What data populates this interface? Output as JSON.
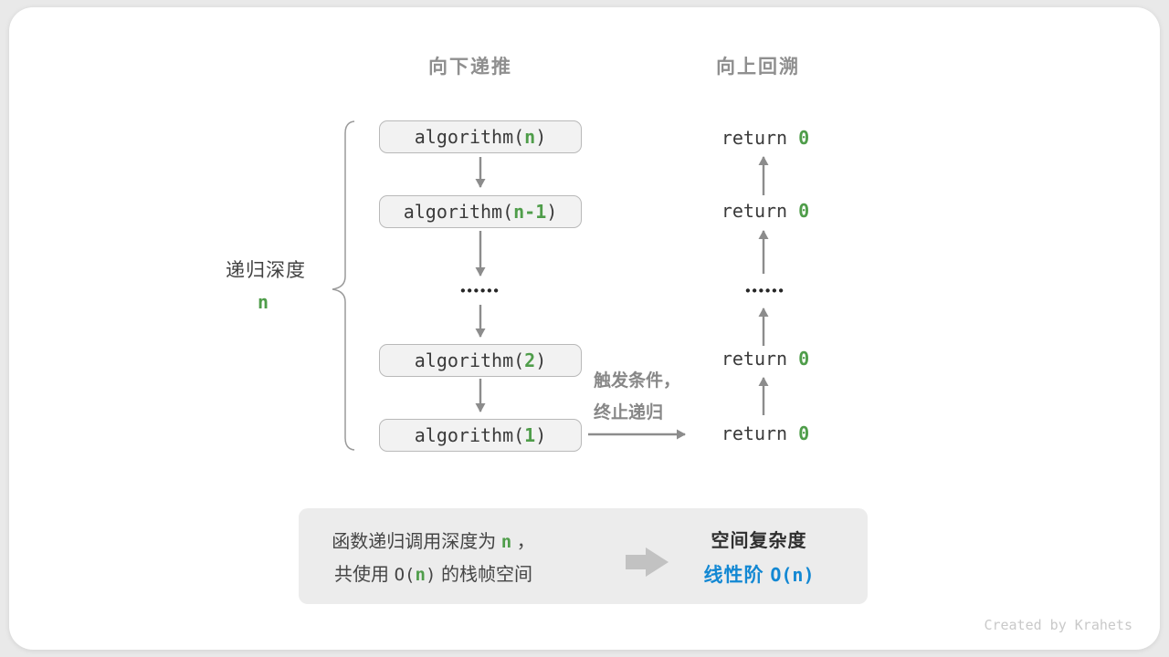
{
  "colors": {
    "green": "#4f9d4a",
    "blue": "#1388d3",
    "arrow_gray": "#8c8c8c",
    "box_fill": "#f2f2f2",
    "box_border": "#b9b9b9",
    "summary_bg": "#ececec",
    "page_bg": "#e9e9e9",
    "card_bg": "#ffffff"
  },
  "headers": {
    "down": "向下递推",
    "up": "向上回溯"
  },
  "depth": {
    "label": "递归深度",
    "value": "n"
  },
  "stack": [
    {
      "prefix": "algorithm(",
      "arg": "n",
      "suffix": ")"
    },
    {
      "prefix": "algorithm(",
      "arg": "n-1",
      "suffix": ")"
    },
    {
      "prefix": "algorithm(",
      "arg": "2",
      "suffix": ")"
    },
    {
      "prefix": "algorithm(",
      "arg": "1",
      "suffix": ")"
    }
  ],
  "ellipsis": "••••••",
  "returns": [
    {
      "keyword": "return ",
      "value": "0"
    },
    {
      "keyword": "return ",
      "value": "0"
    },
    {
      "keyword": "return ",
      "value": "0"
    },
    {
      "keyword": "return ",
      "value": "0"
    }
  ],
  "trigger": {
    "line1": "触发条件，",
    "line2": "终止递归"
  },
  "summary": {
    "left_line1": {
      "pre": "函数递归调用深度为",
      "var": "n",
      "post": "，"
    },
    "left_line2": {
      "pre": "共使用",
      "o_open": "O(",
      "var": "n",
      "o_close": ")",
      "post": "的栈帧空间"
    },
    "right_title": "空间复杂度",
    "right_result": {
      "pre": "线性阶",
      "big_o": "O(n)"
    }
  },
  "footer": "Created by Krahets"
}
